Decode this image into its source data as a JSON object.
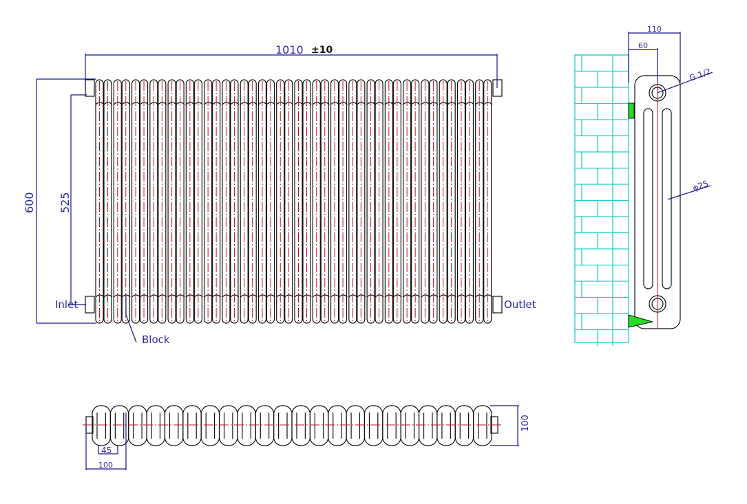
{
  "front_view": {
    "width_dim": "1010",
    "width_tolerance": "±10",
    "height_dim": "600",
    "centers_dim": "525",
    "inlet_label": "Inlet",
    "outlet_label": "Outlet",
    "block_label": "Block",
    "sections": 22
  },
  "side_view": {
    "depth_dim": "110",
    "wall_to_center_dim": "60",
    "thread_label": "G 1/2",
    "tube_diameter_label": "φ25"
  },
  "top_view": {
    "depth_dim": "100",
    "section_pitch_dim": "45",
    "end_dim": "100"
  },
  "colors": {
    "outline": "#111111",
    "centerline": "#c0141e",
    "dimension": "#2a2aa8",
    "wall": "#1ed2c8",
    "bracket": "#22dd22"
  }
}
